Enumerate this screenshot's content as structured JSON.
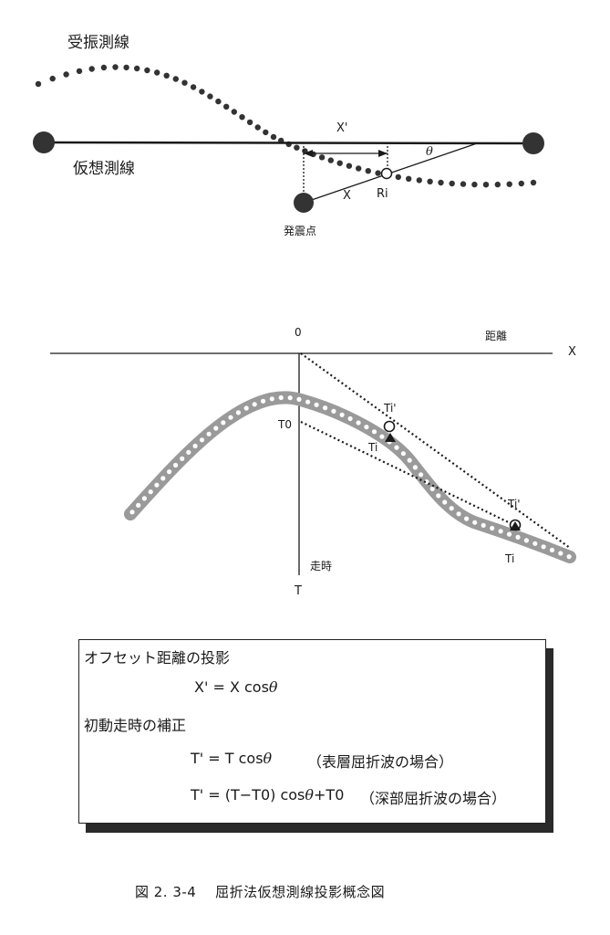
{
  "top_diagram": {
    "receiver_line_label": "受振測線",
    "virtual_line_label": "仮想測線",
    "x_prime_label": "X'",
    "theta_label": "θ",
    "x_label": "X",
    "ri_label": "Ri",
    "shot_point_label": "発震点"
  },
  "bottom_diagram": {
    "origin_label": "0",
    "distance_label": "距離",
    "x_axis_label": "X",
    "t0_label": "T0",
    "ti_prime_1": "Ti'",
    "ti_1": "Ti",
    "ti_prime_2": "Ti'",
    "ti_2": "Ti",
    "travel_time_label": "走時",
    "t_axis_label": "T"
  },
  "formula_box": {
    "heading_offset": "オフセット距離の投影",
    "formula_offset": "X' = X cos",
    "heading_correction": "初動走時の補正",
    "formula_surface": "T' = T cos",
    "note_surface": "（表層屈折波の場合）",
    "formula_deep_a": "T' = (T−T0) cos",
    "formula_deep_b": "+T0",
    "note_deep": "（深部屈折波の場合）",
    "theta": "θ"
  },
  "caption": "図 2. 3-4　 屈折法仮想測線投影概念図",
  "colors": {
    "ink": "#1a1a1a",
    "band_fill": "#9a9a9a",
    "dot_fill": "#333333"
  }
}
